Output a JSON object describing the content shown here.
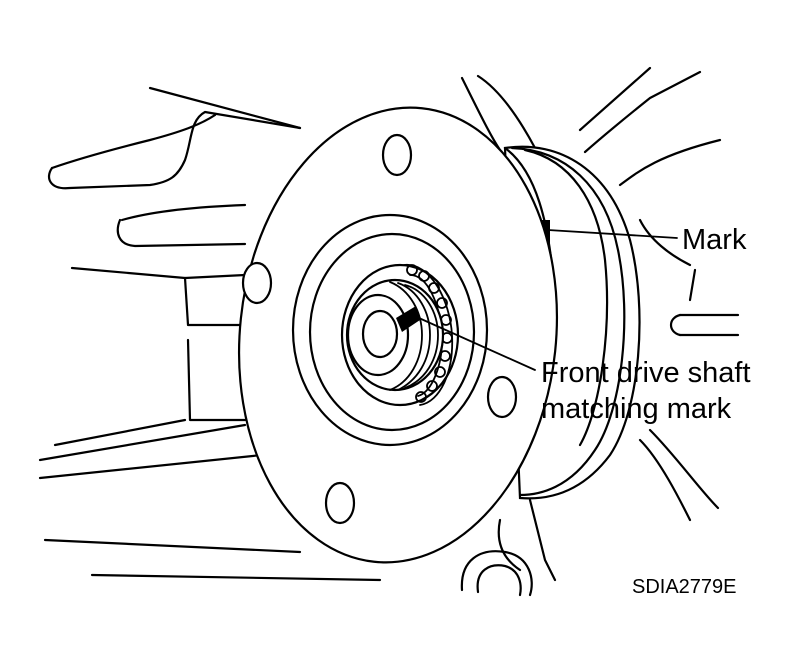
{
  "labels": {
    "mark": "Mark",
    "front_drive_shaft_line1": "Front drive shaft",
    "front_drive_shaft_line2": "matching mark",
    "figure_code": "SDIA2779E"
  }
}
